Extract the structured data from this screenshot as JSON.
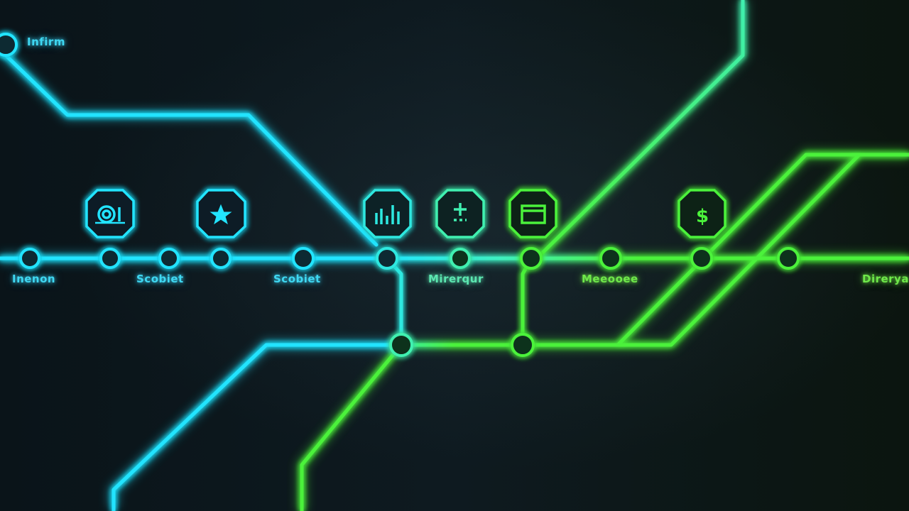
{
  "colors": {
    "background": "#0b1318",
    "cyan": "#22e4ff",
    "teal": "#3ff0c0",
    "green": "#4cf23a"
  },
  "labels": {
    "top_left": "Infirm",
    "station_1": "Inenon",
    "station_2": "Scobiet",
    "station_3": "Scobiet",
    "station_4": "Mirerqur",
    "station_5": "Meeooee",
    "station_6": "Direrya"
  },
  "icons": [
    {
      "name": "target-icon",
      "glyph": "@"
    },
    {
      "name": "star-icon",
      "glyph": "★"
    },
    {
      "name": "bar-chart-icon",
      "glyph": "bars"
    },
    {
      "name": "plus-minus-icon",
      "glyph": "±"
    },
    {
      "name": "window-icon",
      "glyph": "window"
    },
    {
      "name": "dollar-icon",
      "glyph": "$"
    }
  ]
}
